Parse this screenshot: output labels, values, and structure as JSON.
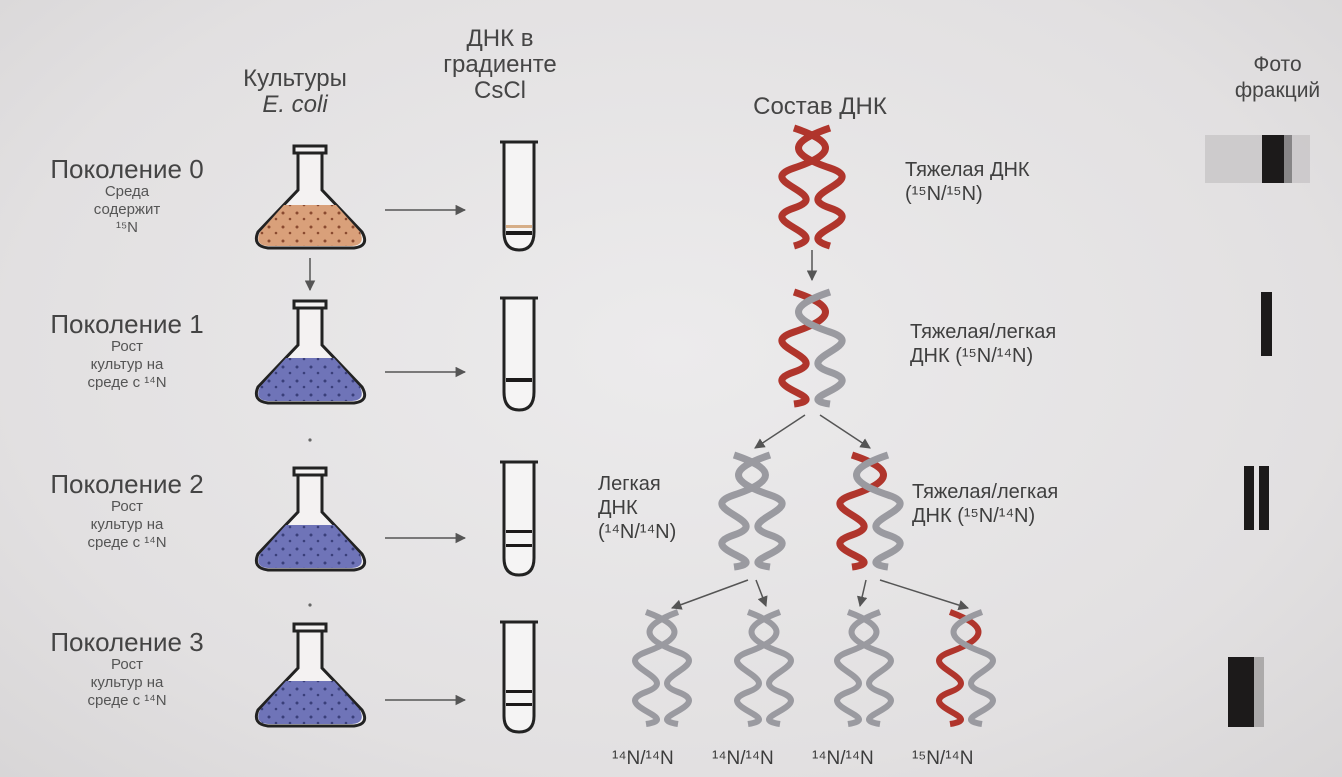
{
  "headers": {
    "cultures": [
      "Культуры",
      "E. coli"
    ],
    "dna_gradient": [
      "ДНК в",
      "градиенте",
      "CsCl"
    ],
    "composition": "Состав ДНК",
    "photo": [
      "Фото",
      "фракций"
    ]
  },
  "generations": [
    {
      "title": "Поколение 0",
      "sub": [
        "Среда",
        "содержит",
        "¹⁵N"
      ]
    },
    {
      "title": "Поколение 1",
      "sub": [
        "Рост",
        "культур на",
        "среде с ¹⁴N"
      ]
    },
    {
      "title": "Поколение 2",
      "sub": [
        "Рост",
        "культур на",
        "среде с ¹⁴N"
      ]
    },
    {
      "title": "Поколение 3",
      "sub": [
        "Рост",
        "культур на",
        "среде с ¹⁴N"
      ]
    }
  ],
  "labels": {
    "heavy": [
      "Тяжелая ДНК",
      "(¹⁵N/¹⁵N)"
    ],
    "hybrid1": [
      "Тяжелая/легкая",
      "ДНК (¹⁵N/¹⁴N)"
    ],
    "light": [
      "Легкая",
      "ДНК",
      "(¹⁴N/¹⁴N)"
    ],
    "hybrid2": [
      "Тяжелая/легкая",
      "ДНК (¹⁵N/¹⁴N)"
    ]
  },
  "bottom_labels": [
    "¹⁴N/¹⁴N",
    "¹⁴N/¹⁴N",
    "¹⁴N/¹⁴N",
    "¹⁵N/¹⁴N"
  ],
  "colors": {
    "heavy_strand": "#b0352c",
    "light_strand": "#9a9aa0",
    "flask_gen0": "#d9a07a",
    "flask_medium": "#6f74b8",
    "band": "#1c1a1a"
  }
}
